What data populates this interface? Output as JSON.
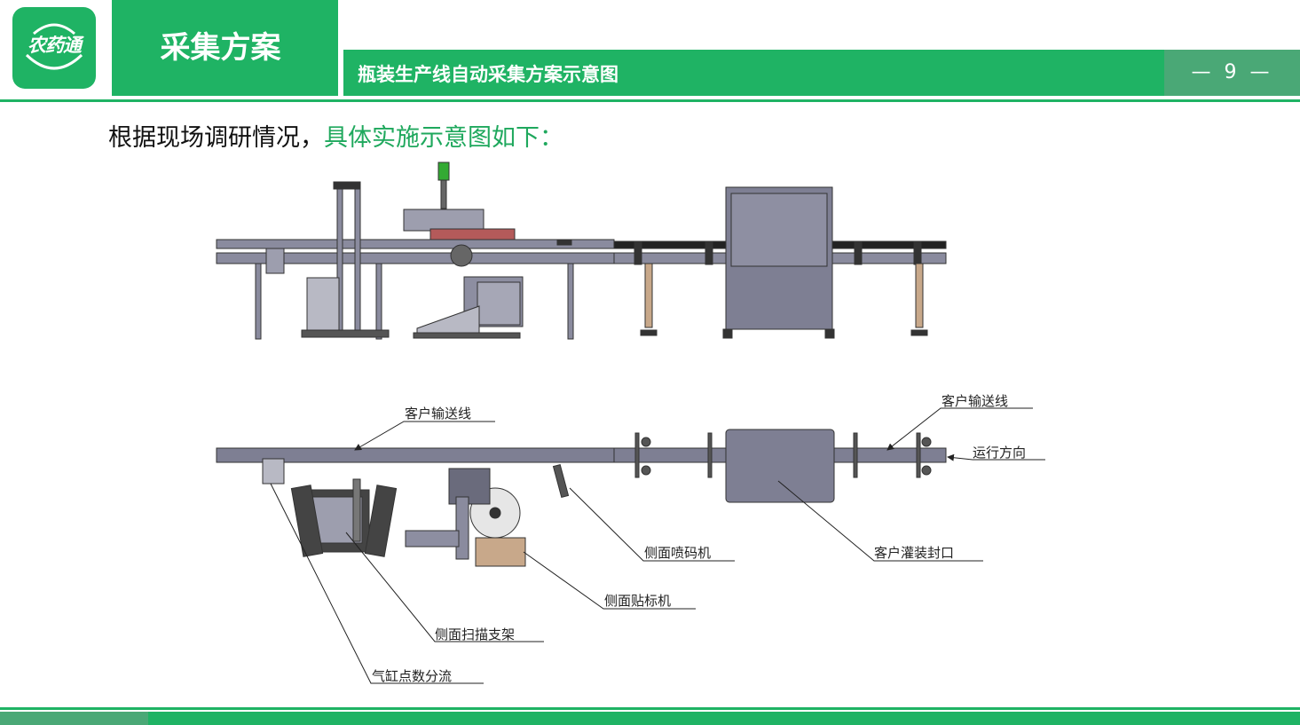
{
  "logo": {
    "text": "农药通"
  },
  "header": {
    "section_title": "采集方案",
    "subtitle": "瓶装生产线自动采集方案示意图",
    "page_number": "— 9 —"
  },
  "intro": {
    "text_plain": "根据现场调研情况，",
    "text_highlight": "具体实施示意图如下："
  },
  "diagram": {
    "labels": {
      "customer_conveyor_left": "客户输送线",
      "customer_conveyor_right": "客户输送线",
      "run_direction": "运行方向",
      "side_inkjet": "侧面喷码机",
      "customer_filling_sealing": "客户灌装封口",
      "side_labeler": "侧面贴标机",
      "side_scan_bracket": "侧面扫描支架",
      "cylinder_counter_diverter": "气缸点数分流"
    }
  },
  "colors": {
    "brand_green": "#1fb364",
    "accent_green": "#4aa876",
    "highlight_text": "#1fa85d",
    "machine_gray": "#7e7f93"
  }
}
